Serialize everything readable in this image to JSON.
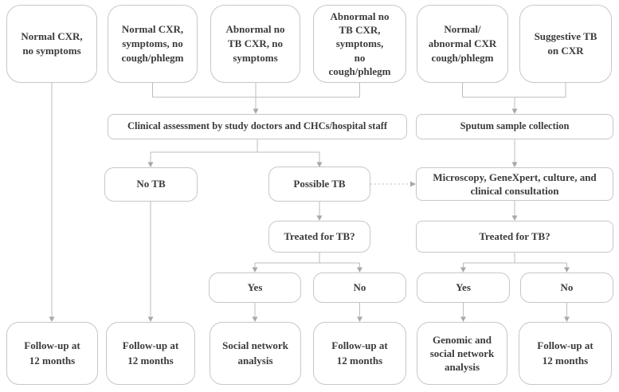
{
  "colors": {
    "background": "#ffffff",
    "box_fill": "#ffffff",
    "box_border": "#c7c7c7",
    "connector": "#bcbcbc",
    "arrowhead": "#a8a8a8",
    "text": "#3b3b3b"
  },
  "nodes": {
    "normal_cxr_no_symptoms": {
      "label": "Normal CXR,\nno symptoms"
    },
    "normal_cxr_symptoms_no_cough": {
      "label": "Normal CXR,\nsymptoms, no\ncough/phlegm"
    },
    "abnormal_no_tb_cxr_no_symptoms": {
      "label": "Abnormal no\nTB CXR, no\nsymptoms"
    },
    "abnormal_no_tb_cxr_symptoms_no_cough": {
      "label": "Abnormal no\nTB CXR,\nsymptoms,\nno\ncough/phlegm"
    },
    "normal_abnormal_cxr_cough_phlegm": {
      "label": "Normal/\nabnormal CXR\ncough/phlegm"
    },
    "suggestive_tb_on_cxr": {
      "label": "Suggestive TB\non CXR"
    },
    "clinical_assessment": {
      "label": "Clinical assessment by study doctors and CHCs/hospital staff"
    },
    "sputum_sample_collection": {
      "label": "Sputum sample collection"
    },
    "no_tb": {
      "label": "No TB"
    },
    "possible_tb": {
      "label": "Possible TB"
    },
    "microscopy_genexpert": {
      "label": "Microscopy, GeneXpert, culture, and\nclinical consultation"
    },
    "treated_for_tb_left": {
      "label": "Treated for TB?"
    },
    "treated_for_tb_right": {
      "label": "Treated for TB?"
    },
    "yes_left": {
      "label": "Yes"
    },
    "no_left": {
      "label": "No"
    },
    "yes_right": {
      "label": "Yes"
    },
    "no_right": {
      "label": "No"
    },
    "followup_1": {
      "label": "Follow-up at\n12 months"
    },
    "followup_2": {
      "label": "Follow-up at\n12 months"
    },
    "social_network_analysis": {
      "label": "Social network\nanalysis"
    },
    "followup_3": {
      "label": "Follow-up at\n12 months"
    },
    "genomic_social_network_analysis": {
      "label": "Genomic and\nsocial network\nanalysis"
    },
    "followup_4": {
      "label": "Follow-up at\n12 months"
    }
  }
}
